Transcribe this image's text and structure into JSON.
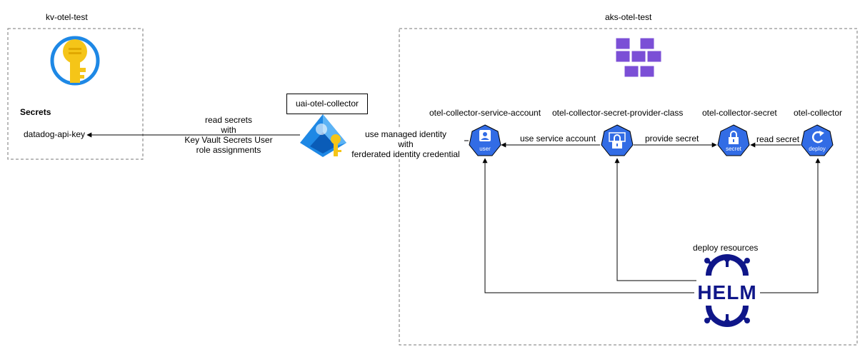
{
  "containers": {
    "key_vault": {
      "title": "kv-otel-test",
      "section_heading": "Secrets",
      "secret_name": "datadog-api-key"
    },
    "aks": {
      "title": "aks-otel-test"
    }
  },
  "identity": {
    "name": "uai-otel-collector"
  },
  "edges": {
    "read_secrets": [
      "read secrets",
      "with",
      "Key Vault Secrets User",
      "role assignments"
    ],
    "managed_identity": [
      "use managed identity",
      "with",
      "ferderated identity credential"
    ],
    "use_service_account": "use service account",
    "provide_secret": "provide secret",
    "read_secret": "read secret",
    "deploy_resources": "deploy resources"
  },
  "nodes": {
    "service_account": {
      "title": "otel-collector-service-account",
      "caption": "user",
      "icon": "user-icon"
    },
    "secret_provider_class": {
      "title": "otel-collector-secret-provider-class",
      "icon": "lock-icon"
    },
    "secret": {
      "title": "otel-collector-secret",
      "caption": "secret",
      "icon": "lock-icon"
    },
    "collector": {
      "title": "otel-collector",
      "caption": "deploy",
      "icon": "refresh-icon"
    }
  },
  "helm": {
    "logo_text": "HELM"
  },
  "colors": {
    "k8s_blue": "#326CE5",
    "helm_navy": "#0F1689",
    "key_yellow": "#F5C518",
    "azure_blue": "#1E88E5",
    "aks_purple": "#7B4FD6"
  }
}
